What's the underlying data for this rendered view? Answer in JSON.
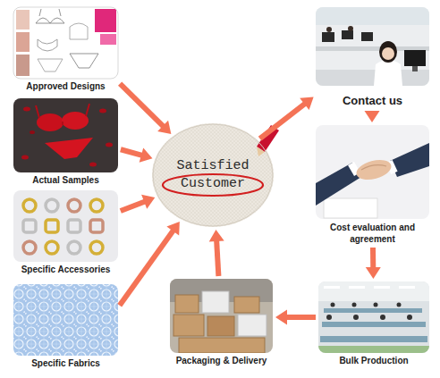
{
  "diagram": {
    "nodes": [
      {
        "text": [
          "Approved Designs"
        ]
      },
      {
        "text": [
          "Actual Samples"
        ]
      },
      {
        "text": [
          "Specific Accessories"
        ]
      },
      {
        "text": [
          "Specific Fabrics"
        ]
      },
      {
        "text": [
          "Satisfied Customer"
        ]
      },
      {
        "text": [
          "Contact us"
        ]
      },
      {
        "text": [
          "Cost evaluation and agreement"
        ]
      },
      {
        "text": [
          "Bulk Production"
        ]
      },
      {
        "text": [
          "Packaging & Delivery"
        ]
      }
    ],
    "edges": [
      {
        "from": 0,
        "to": 4,
        "arrow": "to"
      },
      {
        "from": 1,
        "to": 4,
        "arrow": "to"
      },
      {
        "from": 2,
        "to": 4,
        "arrow": "to"
      },
      {
        "from": 3,
        "to": 4,
        "arrow": "to"
      },
      {
        "from": 4,
        "to": 5,
        "arrow": "to"
      },
      {
        "from": 5,
        "to": 6,
        "arrow": "to"
      },
      {
        "from": 6,
        "to": 7,
        "arrow": "to"
      },
      {
        "from": 7,
        "to": 8,
        "arrow": "to"
      },
      {
        "from": 8,
        "to": 4,
        "arrow": "to"
      }
    ]
  }
}
